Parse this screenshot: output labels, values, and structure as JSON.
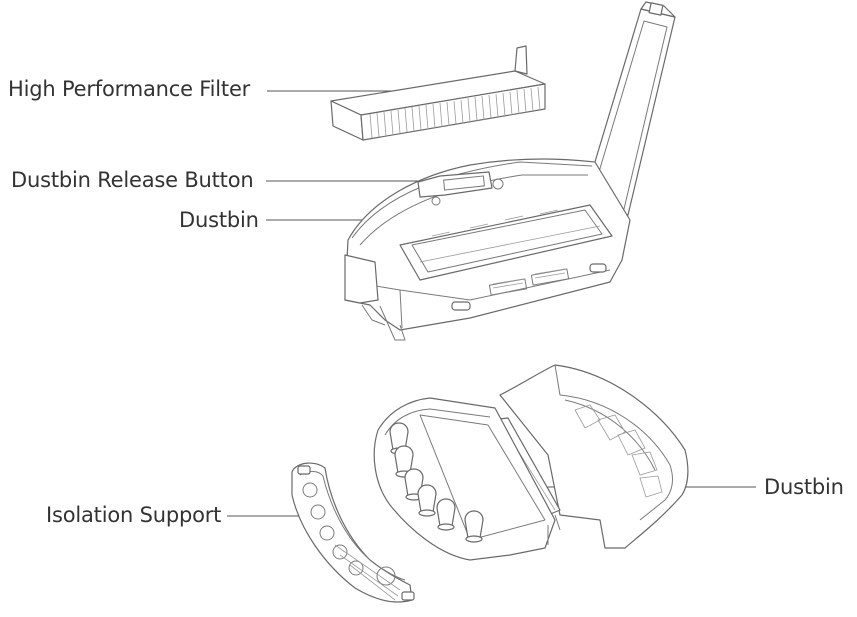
{
  "labels": {
    "high_performance_filter": "High Performance Filter",
    "dustbin_release_button": "Dustbin Release Button",
    "dustbin_top": "Dustbin",
    "isolation_support": "Isolation Support",
    "dustbin_bottom": "Dustbin"
  },
  "colors": {
    "text": "#333333",
    "line": "#555555",
    "drawing": "#6a6a6a",
    "background": "#ffffff"
  }
}
